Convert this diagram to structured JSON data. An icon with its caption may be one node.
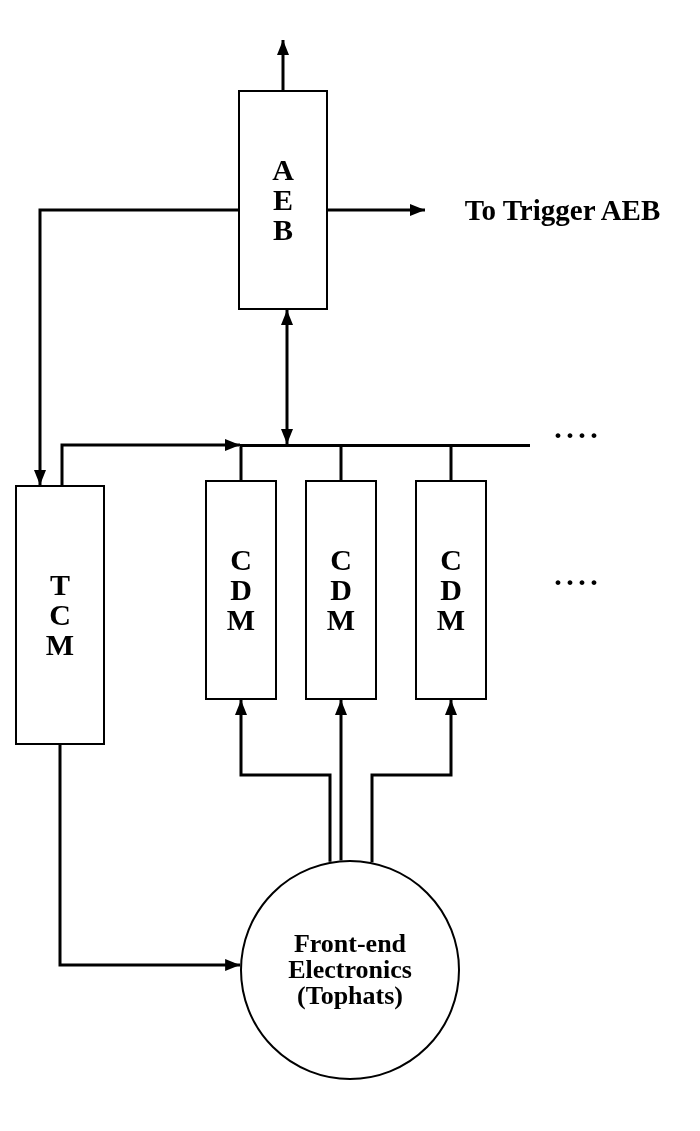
{
  "diagram": {
    "nodes": [
      {
        "text": [
          "AEB"
        ]
      },
      {
        "text": [
          "To Trigger AEB"
        ]
      },
      {
        "text": [],
        "shape": "bar"
      },
      {
        "text": [
          "TCM"
        ]
      },
      {
        "text": [
          "CDM"
        ]
      },
      {
        "text": [
          "CDM"
        ]
      },
      {
        "text": [
          "CDM"
        ]
      },
      {
        "text": [
          "Front-end Electronics (Tophats)"
        ]
      }
    ],
    "edges": [
      {
        "from": 0,
        "to": null,
        "arrow": "to"
      },
      {
        "from": 0,
        "to": 1,
        "arrow": "to"
      },
      {
        "from": 0,
        "to": 3,
        "arrow": "to"
      },
      {
        "from": 0,
        "to": 2,
        "arrow": "both"
      },
      {
        "from": 3,
        "to": 2,
        "arrow": "to"
      },
      {
        "from": 2,
        "to": 4,
        "arrow": "none"
      },
      {
        "from": 2,
        "to": 5,
        "arrow": "none"
      },
      {
        "from": 2,
        "to": 6,
        "arrow": "none"
      },
      {
        "from": 7,
        "to": 4,
        "arrow": "to"
      },
      {
        "from": 7,
        "to": 5,
        "arrow": "to"
      },
      {
        "from": 7,
        "to": 6,
        "arrow": "to"
      },
      {
        "from": 3,
        "to": 7,
        "arrow": "to"
      }
    ],
    "labels": [
      "····",
      "····"
    ]
  }
}
